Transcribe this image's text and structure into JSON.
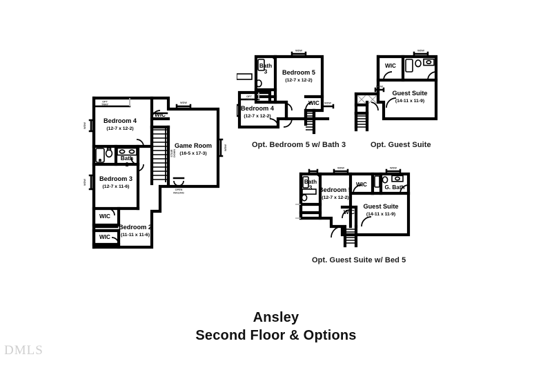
{
  "document": {
    "title_line1": "Ansley",
    "title_line2": "Second Floor & Options",
    "watermark": "DMLS",
    "background_color": "#ffffff",
    "line_color": "#000000"
  },
  "plans": [
    {
      "id": "main",
      "caption": "",
      "rooms": [
        {
          "name": "Bedroom 4",
          "dimensions": "(12-7 x 12-2)"
        },
        {
          "name": "Game Room",
          "dimensions": "(16-5 x 17-3)"
        },
        {
          "name": "Bath",
          "dimensions": "2"
        },
        {
          "name": "Bedroom 3",
          "dimensions": "(12-7 x 11-6)"
        },
        {
          "name": "Bedroom 2",
          "dimensions": "(11-11 x 11-6)"
        },
        {
          "name": "WIC",
          "dimensions": ""
        },
        {
          "name": "WIC",
          "dimensions": ""
        },
        {
          "name": "WIC",
          "dimensions": ""
        }
      ]
    },
    {
      "id": "opt-bedroom5-bath3",
      "caption": "Opt. Bedroom 5 w/ Bath 3",
      "rooms": [
        {
          "name": "Bedroom 5",
          "dimensions": "(12-7 x 12-2)"
        },
        {
          "name": "Bath",
          "dimensions": "3"
        },
        {
          "name": "Bedroom 4",
          "dimensions": "(12-7 x 12-2)"
        },
        {
          "name": "WIC",
          "dimensions": ""
        }
      ]
    },
    {
      "id": "opt-guest-suite",
      "caption": "Opt. Guest Suite",
      "rooms": [
        {
          "name": "Guest Suite",
          "dimensions": "(14-11 x 11-9)"
        },
        {
          "name": "WIC",
          "dimensions": ""
        }
      ]
    },
    {
      "id": "opt-guest-suite-bed5",
      "caption": "Opt. Guest Suite w/ Bed 5",
      "rooms": [
        {
          "name": "Bedroom 5",
          "dimensions": "(12-7 x 12-2)"
        },
        {
          "name": "Bath",
          "dimensions": "3"
        },
        {
          "name": "Guest Suite",
          "dimensions": "(14-11 x 11-9)"
        },
        {
          "name": "G. Bath",
          "dimensions": ""
        },
        {
          "name": "WIC",
          "dimensions": ""
        },
        {
          "name": "WIC",
          "dimensions": ""
        }
      ]
    }
  ],
  "labels": {
    "main": {
      "bedroom4_name": "Bedroom 4",
      "bedroom4_dim": "(12-7 x 12-2)",
      "gameroom_name": "Game Room",
      "gameroom_dim": "(16-5 x 17-3)",
      "bath2_name": "Bath",
      "bath2_num": "2",
      "bedroom3_name": "Bedroom 3",
      "bedroom3_dim": "(12-7 x 11-6)",
      "bedroom2_name": "Bedroom 2",
      "bedroom2_dim": "(11-11 x 11-6)",
      "wic_top": "WIC",
      "wic_mid": "WIC",
      "wic_bot": "WIC"
    },
    "opt1": {
      "bedroom5_name": "Bedroom 5",
      "bedroom5_dim": "(12-7 x 12-2)",
      "bath3_name": "Bath",
      "bath3_num": "3",
      "bedroom4_name": "Bedroom 4",
      "bedroom4_dim": "(12-7 x 12-2)",
      "wic": "WIC",
      "caption": "Opt. Bedroom 5 w/ Bath 3"
    },
    "opt2": {
      "guest_name": "Guest Suite",
      "guest_dim": "(14-11 x 11-9)",
      "wic": "WIC",
      "caption": "Opt. Guest Suite"
    },
    "opt3": {
      "bedroom5_name": "Bedroom 5",
      "bedroom5_dim": "(12-7 x 12-2)",
      "bath3_name": "Bath",
      "bath3_num": "3",
      "guest_name": "Guest Suite",
      "guest_dim": "(14-11 x 11-9)",
      "gbath": "G. Bath",
      "wic_top": "WIC",
      "wic_low": "WIC",
      "caption": "Opt. Guest Suite w/ Bed 5"
    }
  }
}
